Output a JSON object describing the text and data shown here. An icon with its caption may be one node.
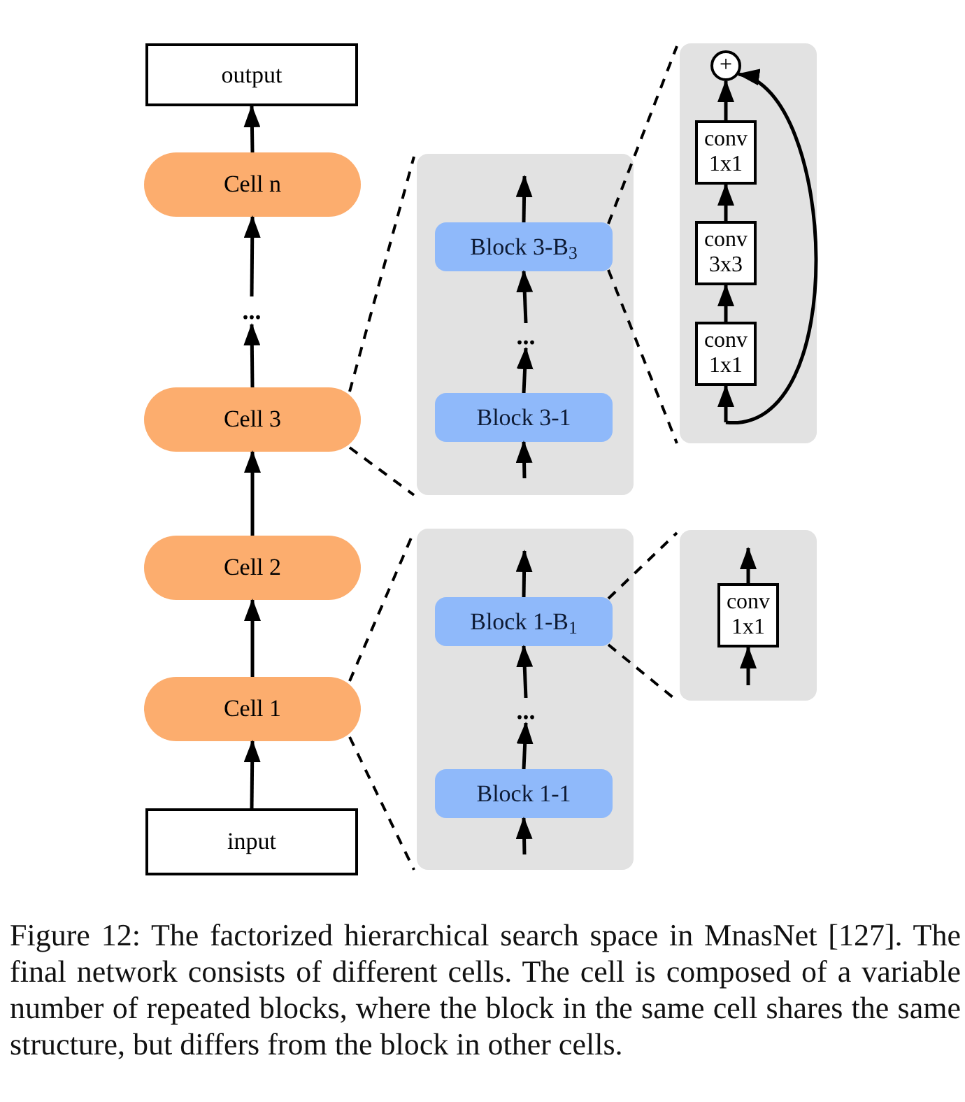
{
  "diagram": {
    "caption": "Figure 12: The factorized hierarchical search space in MnasNet [127]. The final network consists of different cells. The cell is composed of a variable number of repeated blocks, where the block in the same cell shares the same structure, but differs from the block in other cells.",
    "nodes": [
      {
        "text": [
          "output"
        ]
      },
      {
        "text": [
          "Cell n"
        ]
      },
      {
        "text": [
          "..."
        ]
      },
      {
        "text": [
          "Cell 3"
        ]
      },
      {
        "text": [
          "Cell 2"
        ]
      },
      {
        "text": [
          "Cell 1"
        ]
      },
      {
        "text": [
          "input"
        ]
      },
      {
        "text": [],
        "shape": "box"
      },
      {
        "text": [
          "Block 3-B$_{3}$"
        ],
        "in": 7
      },
      {
        "text": [
          "..."
        ],
        "in": 7
      },
      {
        "text": [
          "Block 3-1"
        ],
        "in": 7
      },
      {
        "text": [],
        "shape": "box"
      },
      {
        "text": [
          "Block 1-B$_{1}$"
        ],
        "in": 11
      },
      {
        "text": [
          "..."
        ],
        "in": 11
      },
      {
        "text": [
          "Block 1-1"
        ],
        "in": 11
      },
      {
        "text": [],
        "shape": "box"
      },
      {
        "text": [
          "+"
        ],
        "in": 15
      },
      {
        "text": [
          "conv 1x1"
        ],
        "in": 15
      },
      {
        "text": [
          "conv 3x3"
        ],
        "in": 15
      },
      {
        "text": [
          "conv 1x1"
        ],
        "in": 15
      },
      {
        "text": [],
        "shape": "box"
      },
      {
        "text": [
          "conv 1x1"
        ],
        "in": 20
      }
    ],
    "edges": [
      {
        "from": 6,
        "to": 5,
        "arrow": "to"
      },
      {
        "from": 5,
        "to": 4,
        "arrow": "to"
      },
      {
        "from": 4,
        "to": 3,
        "arrow": "to"
      },
      {
        "from": 3,
        "to": 2,
        "arrow": "to"
      },
      {
        "from": 2,
        "to": 1,
        "arrow": "to"
      },
      {
        "from": 1,
        "to": 0,
        "arrow": "to"
      },
      {
        "from": null,
        "to": 10,
        "arrow": "to"
      },
      {
        "from": 10,
        "to": 9,
        "arrow": "to"
      },
      {
        "from": 9,
        "to": 8,
        "arrow": "to"
      },
      {
        "from": 8,
        "to": null,
        "arrow": "to"
      },
      {
        "from": null,
        "to": 14,
        "arrow": "to"
      },
      {
        "from": 14,
        "to": 13,
        "arrow": "to"
      },
      {
        "from": 13,
        "to": 12,
        "arrow": "to"
      },
      {
        "from": 12,
        "to": null,
        "arrow": "to"
      },
      {
        "from": null,
        "to": 19,
        "arrow": "to"
      },
      {
        "from": 19,
        "to": 18,
        "arrow": "to"
      },
      {
        "from": 18,
        "to": 17,
        "arrow": "to"
      },
      {
        "from": 17,
        "to": 16,
        "arrow": "to"
      },
      {
        "from": null,
        "to": 16,
        "arrow": "to"
      },
      {
        "from": null,
        "to": 21,
        "arrow": "to"
      },
      {
        "from": 21,
        "to": null,
        "arrow": "to"
      },
      {
        "from": 3,
        "to": 7,
        "arrow": "none",
        "style": "dashed"
      },
      {
        "from": 3,
        "to": 7,
        "arrow": "none",
        "style": "dashed"
      },
      {
        "from": 5,
        "to": 11,
        "arrow": "none",
        "style": "dashed"
      },
      {
        "from": 5,
        "to": 11,
        "arrow": "none",
        "style": "dashed"
      },
      {
        "from": 8,
        "to": 15,
        "arrow": "none",
        "style": "dashed"
      },
      {
        "from": 8,
        "to": 15,
        "arrow": "none",
        "style": "dashed"
      },
      {
        "from": 12,
        "to": 20,
        "arrow": "none",
        "style": "dashed"
      },
      {
        "from": 12,
        "to": 20,
        "arrow": "none",
        "style": "dashed"
      }
    ]
  }
}
